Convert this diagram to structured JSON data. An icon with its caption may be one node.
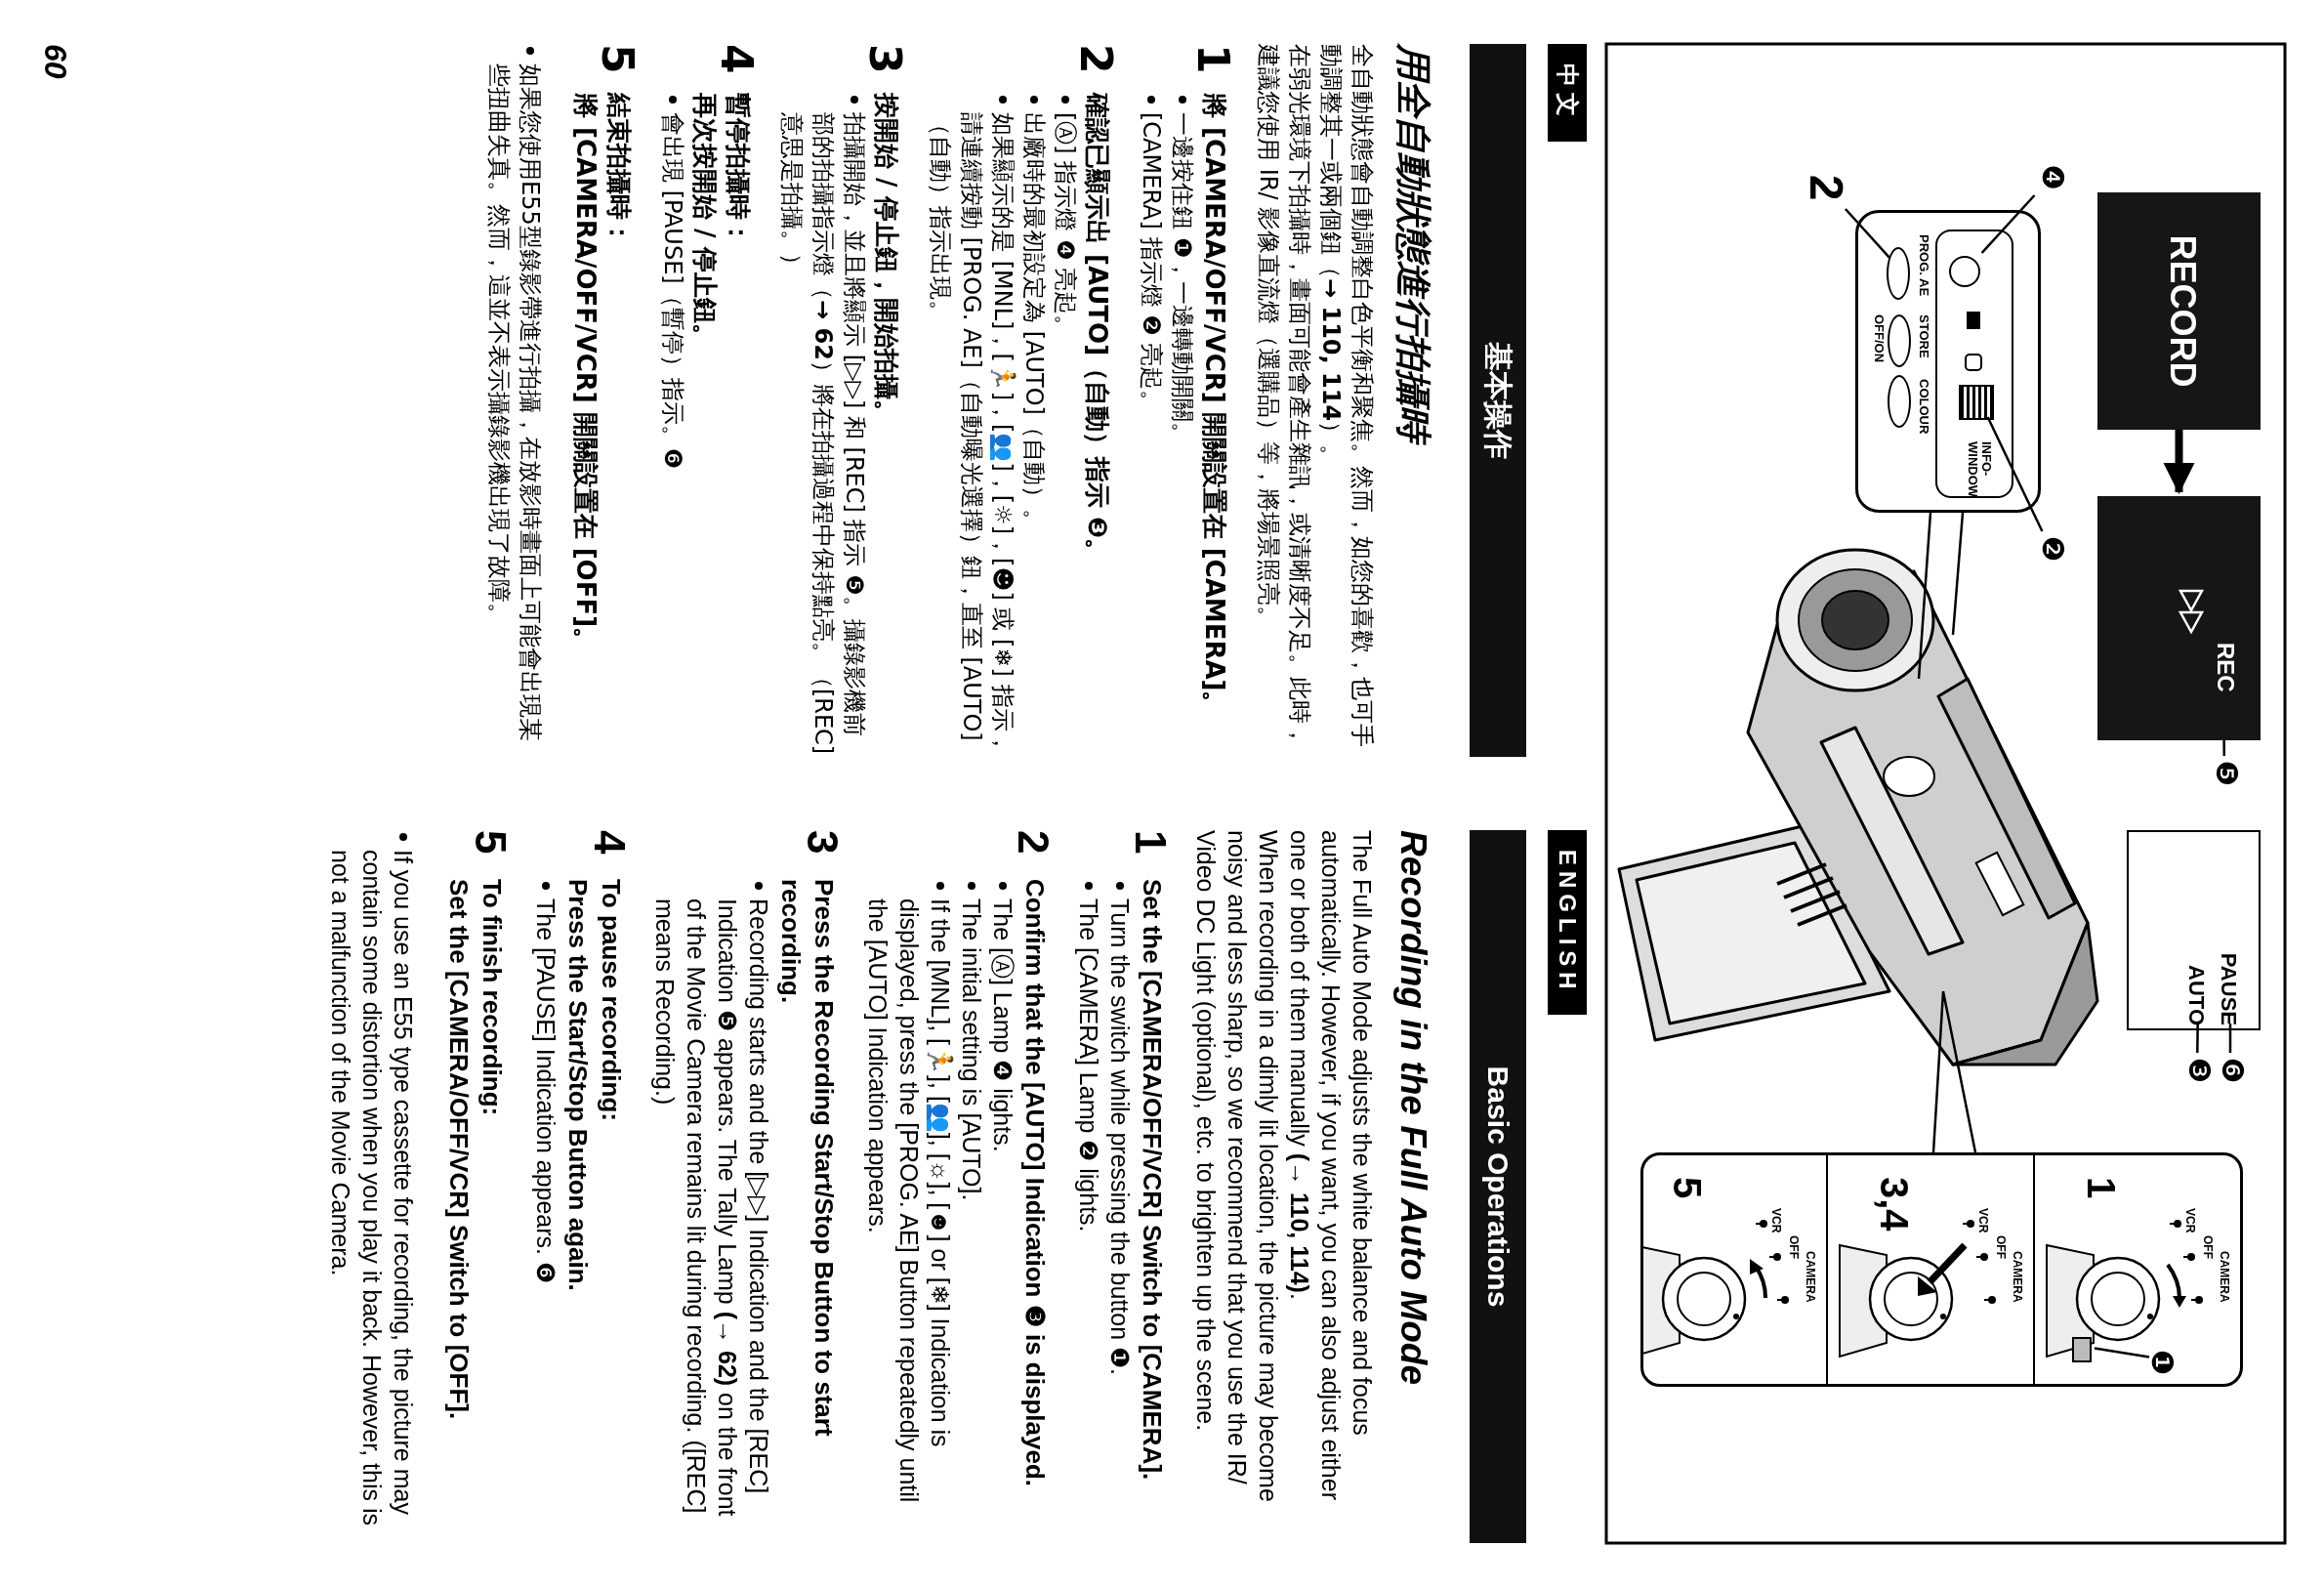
{
  "diagram": {
    "nodes": [
      {
        "text": [
          "RECORD"
        ]
      },
      {
        "text": [
          "REC"
        ]
      },
      {
        "text": [
          "❺"
        ]
      },
      {
        "text": [],
        "shape": "box"
      },
      {
        "text": [
          "PAUSE"
        ],
        "in": 3
      },
      {
        "text": [
          "AUTO"
        ],
        "in": 3
      },
      {
        "text": [
          "❻"
        ]
      },
      {
        "text": [
          "❸"
        ]
      },
      {
        "text": [
          "PROG. AE",
          "STORE",
          "OFF/ON",
          "COLOUR",
          "INFO-WINDOW"
        ]
      },
      {
        "text": [],
        "shape": "circle",
        "in": 8
      },
      {
        "text": [],
        "shape": "box",
        "in": 8
      },
      {
        "text": [],
        "shape": "oval",
        "in": 8
      },
      {
        "text": [
          "❹"
        ]
      },
      {
        "text": [
          "❷"
        ]
      },
      {
        "text": [
          "2"
        ]
      },
      {
        "text": [],
        "shape": "picture"
      },
      {
        "text": [],
        "shape": "box"
      },
      {
        "text": [
          "1",
          "CAMERA",
          "OFF",
          "VCR"
        ],
        "in": 16
      },
      {
        "text": [
          "3,4",
          "CAMERA",
          "OFF",
          "VCR"
        ],
        "in": 16
      },
      {
        "text": [
          "5",
          "CAMERA",
          "OFF",
          "VCR"
        ],
        "in": 16
      },
      {
        "text": [
          "❶"
        ],
        "in": 17
      },
      {
        "text": [],
        "shape": "box",
        "in": 17
      }
    ],
    "edges": [
      {
        "from": 0,
        "to": 1,
        "arrow": "to",
        "style": "thick"
      },
      {
        "from": 2,
        "to": 1,
        "arrow": "none"
      },
      {
        "from": 6,
        "to": 4,
        "arrow": "none"
      },
      {
        "from": 7,
        "to": 5,
        "arrow": "none"
      },
      {
        "from": 12,
        "to": 9,
        "arrow": "none"
      },
      {
        "from": 13,
        "to": 10,
        "arrow": "none"
      },
      {
        "from": 14,
        "to": 11,
        "arrow": "none"
      },
      {
        "from": 15,
        "to": 8,
        "arrow": "none"
      },
      {
        "from": 15,
        "to": 18,
        "arrow": "none"
      },
      {
        "from": 20,
        "to": 21,
        "arrow": "none"
      }
    ],
    "labels": [
      "中文",
      "基本操作",
      "用全自動狀態進行拍攝時",
      "全自動狀態會自動調整白色平衡和聚焦。然而，如您的喜歡，也可手動調整其一或兩個鈕（**→ 110, 114**）。",
      "在弱光環境下拍攝時，畫面可能會產生雜訊，或清晰度不足。此時，建議您使用 IR/ 影像直流燈（選購品）等，將場景照亮。",
      "1",
      "將 [CAMERA/OFF/VCR] 開關設置在 [CAMERA]。",
      "一邊按住鈕 ❶，一邊轉動開關。",
      "[CAMERA] 指示燈 ❷ 亮起。",
      "2",
      "確認已顯示出 [AUTO]（自動）指示 ❸。",
      "[Ⓐ] 指示燈 ❹ 亮起。",
      "出廠時的最初設定為 [AUTO]（自動）。",
      "如果顯示的是 [MNL]，[🏃]，[👥]，[☼]，[☻] 或 [❄] 指示，請連續按動 [PROG. AE]（自動曝光選擇）鈕，直至 [AUTO]（自動）指示出現。",
      "3",
      "按開始 / 停止鈕，開始拍攝。",
      "拍攝開始，並且將顯示 [▷▷] 和 [REC] 指示 ❺。攝錄影機前部的拍攝指示燈（**→ 62**）將在拍攝過程中保持點亮。（[REC] 意思是拍攝。）",
      "4",
      "暫停拍攝時：",
      "再次按開始 / 停止鈕。",
      "會出現 [PAUSE]（暫停）指示。❻",
      "5",
      "結束拍攝時：",
      "將 [CAMERA/OFF/VCR] 開關設置在 [OFF]。",
      "如果您使用E55型錄影帶進行拍攝，在放影時畫面上可能會出現某些扭曲失真。然而，這並不表示攝錄影機出現了故障。",
      "ENGLISH",
      "Basic Operations",
      "Recording in the Full Auto Mode",
      "The Full Auto Mode adjusts the white balance and focus automatically. However, if you want, you can also adjust either one or both of them manually **(→ 110, 114)**.",
      "When recording in a dimly lit location, the picture may become noisy and less sharp, so we recommend that you use the IR/ Video DC Light (optional), etc. to brighten up the scene.",
      "1",
      "Set the [CAMERA/OFF/VCR] Switch to [CAMERA].",
      "Turn the switch while pressing the button ❶.",
      "The [CAMERA] Lamp ❷ lights.",
      "2",
      "Confirm that the [AUTO] Indication ❸ is displayed.",
      "The [Ⓐ] Lamp ❹ lights.",
      "The initial setting is [AUTO].",
      "If the [MNL], [🏃], [👥], [☼], [☻] or [❄] Indication is displayed, press the [PROG. AE] Button repeatedly until the [AUTO] Indication appears.",
      "3",
      "Press the Recording Start/Stop Button to start recording.",
      "Recording starts and the [▷▷] Indication and the [REC] Indication ❺ appears. The Tally Lamp **(→ 62)** on the front of the Movie Camera remains lit during recording. ([REC] means Recording.)",
      "4",
      "To pause recording:",
      "Press the Start/Stop Button again.",
      "The [PAUSE] Indication appears. ❻",
      "5",
      "To finish recording:",
      "Set the [CAMERA/OFF/VCR] Switch to [OFF].",
      "If you use an E55 type cassette for recording, the picture may contain some distortion when you play it back. However, this is not a malfunction of the Movie Camera.",
      "60"
    ]
  }
}
